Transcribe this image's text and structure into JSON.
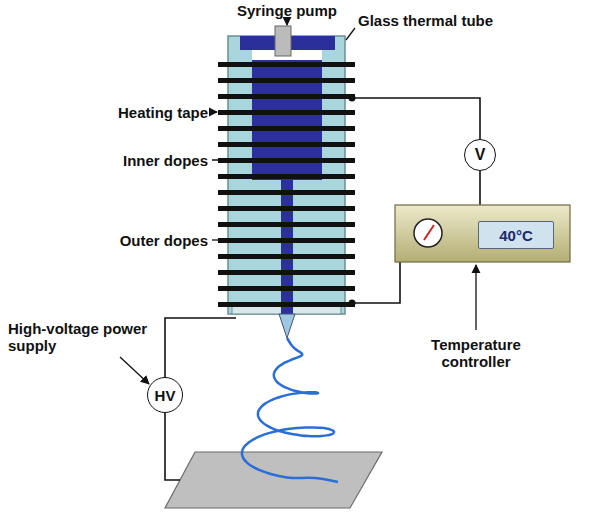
{
  "diagram": {
    "nodes": [
      {
        "text": [
          "V"
        ]
      },
      {
        "text": [
          "HV"
        ]
      },
      {
        "text": [
          "40°C"
        ]
      }
    ],
    "labels": [
      "Syringe pump",
      "Glass thermal tube",
      "Heating tape",
      "Inner dopes",
      "Outer dopes",
      "High-voltage power supply",
      "Temperature controller"
    ]
  }
}
